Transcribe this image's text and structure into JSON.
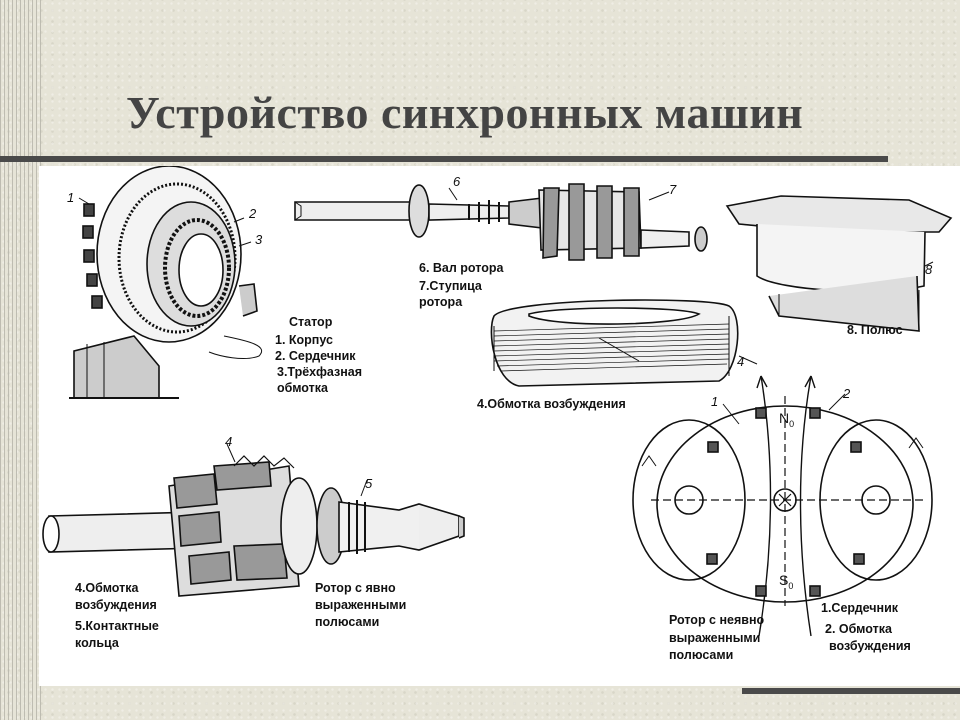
{
  "title": "Устройство синхронных машин",
  "stator": {
    "heading": "Статор",
    "part1": "1. Корпус",
    "part2": "2. Сердечник",
    "part3a": "3.Трёхфазная",
    "part3b": "обмотка",
    "num1": "1",
    "num2": "2",
    "num3": "3"
  },
  "shaft": {
    "label6": "6. Вал ротора",
    "label7a": "7.Ступица",
    "label7b": "ротора",
    "num6": "6",
    "num7": "7"
  },
  "pole": {
    "label": "8. Полюс",
    "num8": "8"
  },
  "winding": {
    "label": "4.Обмотка возбуждения",
    "num4": "4"
  },
  "salient_rotor": {
    "label4a": "4.Обмотка",
    "label4b": "возбуждения",
    "label5a": "5.Контактные",
    "label5b": "кольца",
    "desc_a": "Ротор с явно",
    "desc_b": "выраженными",
    "desc_c": "полюсами",
    "num4": "4",
    "num5": "5"
  },
  "nonsalient_rotor": {
    "desc_a": "Ротор с неявно",
    "desc_b": "выраженными",
    "desc_c": "полюсами",
    "part1": "1.Сердечник",
    "part2a": "2. Обмотка",
    "part2b": "возбуждения",
    "num1": "1",
    "num2": "2",
    "north": "N",
    "north_sub": "0",
    "south": "S",
    "south_sub": "0"
  }
}
